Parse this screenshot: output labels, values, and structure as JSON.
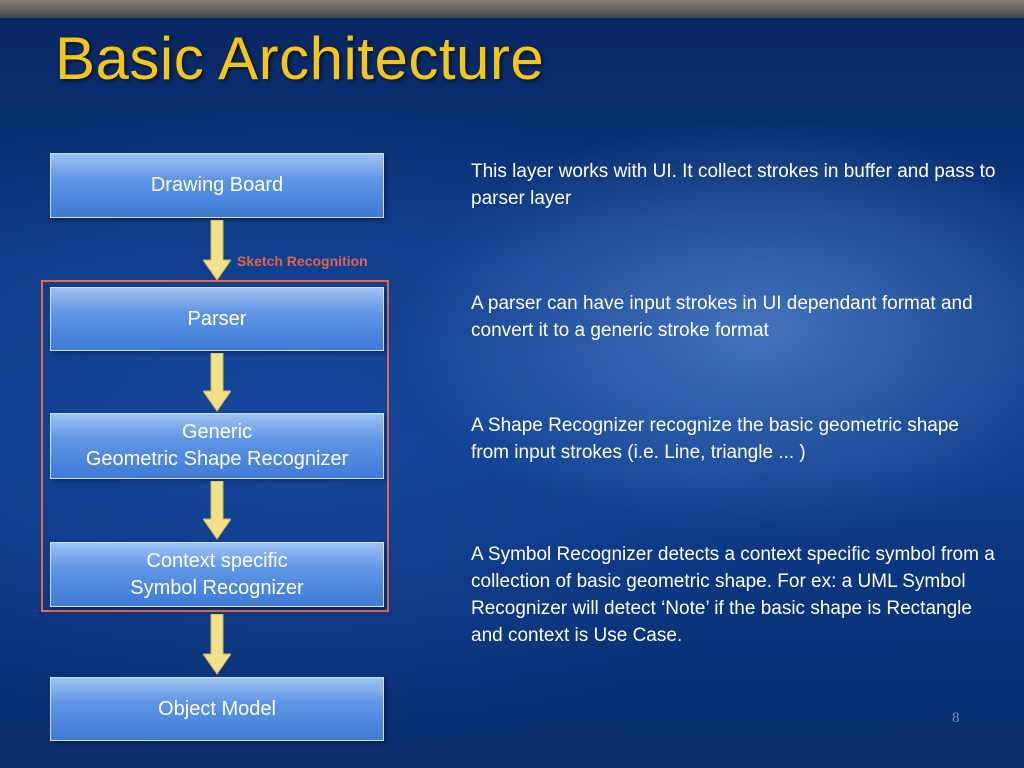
{
  "slide": {
    "title": "Basic Architecture",
    "page_number": "8"
  },
  "boxes": {
    "drawing_board": {
      "lines": [
        "Drawing Board"
      ]
    },
    "parser": {
      "lines": [
        "Parser"
      ]
    },
    "generic": {
      "lines": [
        "Generic",
        "Geometric Shape Recognizer"
      ]
    },
    "context": {
      "lines": [
        "Context specific",
        "Symbol Recognizer"
      ]
    },
    "object_model": {
      "lines": [
        "Object Model"
      ]
    }
  },
  "group_label": "Sketch Recognition",
  "descriptions": {
    "drawing_board": "This layer works with UI. It collect strokes in buffer and pass to parser layer",
    "parser": "A parser can have input strokes in UI dependant format and convert it to a generic stroke format",
    "generic": "A Shape Recognizer recognize the basic geometric shape from input strokes (i.e. Line, triangle ... )",
    "context": "A Symbol Recognizer detects a context specific symbol from a collection of basic geometric shape. For ex: a UML Symbol Recognizer will detect ‘Note’ if the basic shape is Rectangle and context is Use Case."
  },
  "colors": {
    "title": "#f5c518",
    "box_fill": "#4f88de",
    "frame": "#e06a4e",
    "arrow_fill": "#f3e08a",
    "sketch_label": "#e0654a"
  }
}
